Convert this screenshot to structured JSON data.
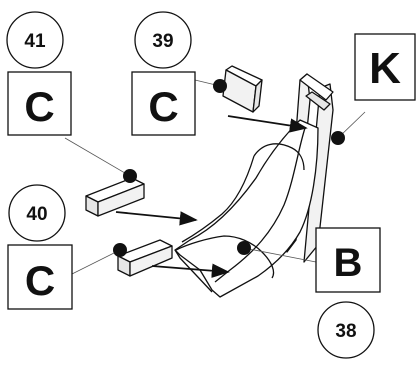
{
  "callouts": {
    "c41": {
      "number": "41",
      "letter": "C"
    },
    "c39": {
      "number": "39",
      "letter": "C"
    },
    "c40": {
      "number": "40",
      "letter": "C"
    },
    "c38": {
      "number": "38",
      "letter": "B"
    },
    "k": {
      "letter": "K"
    }
  },
  "colors": {
    "ink": "#111111",
    "paper": "#ffffff",
    "shade": "#e6e6e6",
    "light": "#f2f2f2"
  }
}
